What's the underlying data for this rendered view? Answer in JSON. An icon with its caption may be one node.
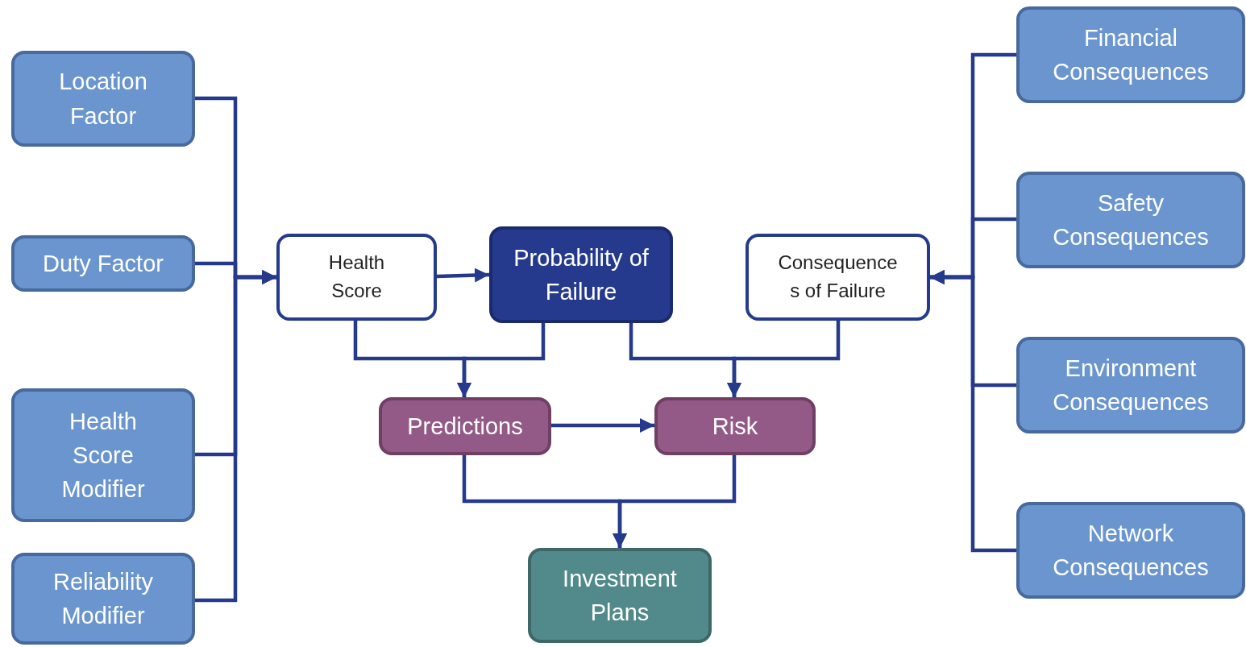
{
  "diagram": {
    "nodes": [
      {
        "text": [
          "Location Factor"
        ]
      },
      {
        "text": [
          "Duty Factor"
        ]
      },
      {
        "text": [
          "Health Score Modifier"
        ]
      },
      {
        "text": [
          "Reliability Modifier"
        ]
      },
      {
        "text": [
          "Health Score"
        ]
      },
      {
        "text": [
          "Probability of Failure"
        ]
      },
      {
        "text": [
          "Consequence s of Failure"
        ]
      },
      {
        "text": [
          "Predictions"
        ]
      },
      {
        "text": [
          "Risk"
        ]
      },
      {
        "text": [
          "Investment Plans"
        ]
      },
      {
        "text": [
          "Financial Consequences"
        ]
      },
      {
        "text": [
          "Safety Consequences"
        ]
      },
      {
        "text": [
          "Environment Consequences"
        ]
      },
      {
        "text": [
          "Network Consequences"
        ]
      }
    ],
    "edges": [
      {
        "from": 0,
        "to": 4,
        "arrow": "to"
      },
      {
        "from": 1,
        "to": 4,
        "arrow": "to"
      },
      {
        "from": 2,
        "to": 4,
        "arrow": "to"
      },
      {
        "from": 3,
        "to": 4,
        "arrow": "to"
      },
      {
        "from": 4,
        "to": 5,
        "arrow": "to"
      },
      {
        "from": 4,
        "to": 7,
        "arrow": "to"
      },
      {
        "from": 5,
        "to": 7,
        "arrow": "to"
      },
      {
        "from": 5,
        "to": 8,
        "arrow": "to"
      },
      {
        "from": 6,
        "to": 8,
        "arrow": "to"
      },
      {
        "from": 7,
        "to": 8,
        "arrow": "to"
      },
      {
        "from": 7,
        "to": 9,
        "arrow": "to"
      },
      {
        "from": 8,
        "to": 9,
        "arrow": "to"
      },
      {
        "from": 10,
        "to": 6,
        "arrow": "to"
      },
      {
        "from": 11,
        "to": 6,
        "arrow": "to"
      },
      {
        "from": 12,
        "to": 6,
        "arrow": "to"
      },
      {
        "from": 13,
        "to": 6,
        "arrow": "to"
      }
    ]
  }
}
